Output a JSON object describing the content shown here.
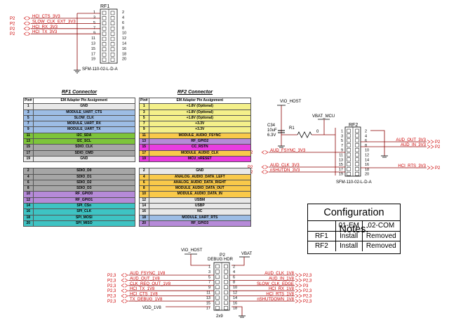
{
  "rf1": {
    "refdes": "RF1",
    "part": "SFM-110-02-L-D-A",
    "top_pins": [
      "1",
      "2"
    ],
    "pins_left": [
      "3",
      "5",
      "7",
      "9",
      "11",
      "13",
      "15",
      "17",
      "19"
    ],
    "pins_right": [
      "4",
      "6",
      "8",
      "10",
      "12",
      "14",
      "16",
      "18",
      "20"
    ],
    "nets": [
      {
        "port": "P2",
        "label": "HCI_CTS_3V3"
      },
      {
        "port": "P2",
        "label": "SLOW_CLK_EXT_3V3"
      },
      {
        "port": "P2",
        "label": "HCI_RX_3V3"
      },
      {
        "port": "P2",
        "label": "HCI_TX_3V3"
      }
    ]
  },
  "rf1_table": {
    "title": "RF1 Connector",
    "head": [
      "Pin#",
      "EM Adapter Pin Assignment"
    ],
    "rows": [
      {
        "pin": "1",
        "name": "GND",
        "color": "#e8e8e8"
      },
      {
        "pin": "3",
        "name": "MODULE_UART_CTS",
        "color": "#9dbde5"
      },
      {
        "pin": "5",
        "name": "SLOW_CLK",
        "color": "#9dbde5"
      },
      {
        "pin": "7",
        "name": "MODULE_UART_RX",
        "color": "#9dbde5"
      },
      {
        "pin": "9",
        "name": "MODULE_UART_TX",
        "color": "#9dbde5"
      },
      {
        "pin": "11",
        "name": "I2C_SDA",
        "color": "#7dc43a"
      },
      {
        "pin": "13",
        "name": "I2C_SCL",
        "color": "#7dc43a"
      },
      {
        "pin": "15",
        "name": "SDIO_CLK",
        "color": "#a6a6a6"
      },
      {
        "pin": "17",
        "name": "SDIO_CMD",
        "color": "#a6a6a6"
      },
      {
        "pin": "19",
        "name": "GND",
        "color": "#e8e8e8"
      }
    ],
    "rows2": [
      {
        "pin": "2",
        "name": "SDIO_D0",
        "color": "#a6a6a6"
      },
      {
        "pin": "4",
        "name": "SDIO_D1",
        "color": "#a6a6a6"
      },
      {
        "pin": "6",
        "name": "SDIO_D2",
        "color": "#a6a6a6"
      },
      {
        "pin": "8",
        "name": "SDIO_D3",
        "color": "#a6a6a6"
      },
      {
        "pin": "10",
        "name": "RF_GPIO0",
        "color": "#b58ad8"
      },
      {
        "pin": "12",
        "name": "RF_GPIO1",
        "color": "#b58ad8"
      },
      {
        "pin": "14",
        "name": "SPI_CSn",
        "color": "#3ec3c3"
      },
      {
        "pin": "16",
        "name": "SPI_CLK",
        "color": "#3ec3c3"
      },
      {
        "pin": "18",
        "name": "SPI_MOSI",
        "color": "#3ec3c3"
      },
      {
        "pin": "20",
        "name": "SPI_MISO",
        "color": "#3ec3c3"
      }
    ]
  },
  "rf2_table": {
    "title": "RF2 Connector",
    "head": [
      "Pin#",
      "EM Adapter Pin Assignment"
    ],
    "rows": [
      {
        "pin": "1",
        "name": "+1.8V (Optional)",
        "color": "#f4f08a"
      },
      {
        "pin": "3",
        "name": "+1.8V (Optional)",
        "color": "#f4f08a"
      },
      {
        "pin": "5",
        "name": "+1.8V (Optional)",
        "color": "#f4f08a"
      },
      {
        "pin": "7",
        "name": "+3.3V",
        "color": "#f4f08a"
      },
      {
        "pin": "9",
        "name": "+3.3V",
        "color": "#f4f08a"
      },
      {
        "pin": "11",
        "name": "MODULE_AUDIO_FSYNC",
        "color": "#f9c94a"
      },
      {
        "pin": "13",
        "name": "RF_GPIO2",
        "color": "#b58ad8"
      },
      {
        "pin": "15",
        "name": "CC_RSTN",
        "color": "#e83ce0"
      },
      {
        "pin": "17",
        "name": "MODULE_AUDIO_CLK",
        "color": "#f9c94a"
      },
      {
        "pin": "19",
        "name": "MCU_nRESET",
        "color": "#e83ce0"
      }
    ],
    "rows2": [
      {
        "pin": "2",
        "name": "GND",
        "color": "#e8e8e8"
      },
      {
        "pin": "4",
        "name": "ANALOG_AUDIO_DATA_LEFT",
        "color": "#f9c94a"
      },
      {
        "pin": "6",
        "name": "ANALOG_AUDIO_DATA_RIGHT",
        "color": "#f9c94a"
      },
      {
        "pin": "8",
        "name": "MODULE_AUDIO_DATA_OUT",
        "color": "#f9c94a"
      },
      {
        "pin": "10",
        "name": "MODULE_AUDIO_DATA_IN",
        "color": "#f9c94a"
      },
      {
        "pin": "12",
        "name": "USBM",
        "color": "#e8e8e8"
      },
      {
        "pin": "14",
        "name": "USBP",
        "color": "#e8e8e8"
      },
      {
        "pin": "16",
        "name": "NC",
        "color": "#e8e8e8"
      },
      {
        "pin": "18",
        "name": "MODULE_UART_RTS",
        "color": "#9dbde5"
      },
      {
        "pin": "20",
        "name": "RF_GPIO3",
        "color": "#b58ad8"
      }
    ]
  },
  "rf2": {
    "refdes": "RF2",
    "part": "SFM-110-02-L-D-A",
    "vio_host": "VIO_HOST",
    "vbat_mcu": "VBAT_MCU",
    "cap": {
      "ref": "C34",
      "value": "10uF",
      "voltage": "6.3V"
    },
    "res": {
      "ref": "R1",
      "value": "0"
    },
    "pins_left": [
      "1",
      "3",
      "5",
      "7",
      "9",
      "11",
      "13",
      "15",
      "17",
      "19"
    ],
    "pins_right": [
      "2",
      "4",
      "6",
      "8",
      "10",
      "12",
      "14",
      "16",
      "18",
      "20"
    ],
    "nets_right": [
      {
        "port": "P2",
        "label": "AUD_OUT_3V3"
      },
      {
        "port": "P2",
        "label": "AUD_IN_3V3"
      },
      {
        "port": "P2",
        "label": "HCI_RTS_3V3"
      }
    ],
    "nets_left": [
      {
        "port": "P2",
        "label": "AUD_FSYNC_3V3"
      },
      {
        "port": "P2",
        "label": "AUD_CLK_3V3"
      },
      {
        "port": "P2",
        "label": "nSHUTDN_3V3"
      }
    ]
  },
  "config": {
    "title": "Configuration Notes:",
    "cols": [
      "",
      "01-EM",
      "02-COM"
    ],
    "rows": [
      [
        "RF1",
        "Install",
        "Removed"
      ],
      [
        "RF2",
        "Install",
        "Removed"
      ]
    ]
  },
  "p2": {
    "refdes": "P2",
    "name": "DEBUG HDR",
    "size": "2x9",
    "vio_host": "VIO_HOST",
    "vbat": "VBAT",
    "vdd": "VDD_1V8",
    "pins_left": [
      "1",
      "3",
      "5",
      "7",
      "9",
      "11",
      "13",
      "15",
      "17"
    ],
    "pins_right": [
      "2",
      "4",
      "6",
      "8",
      "10",
      "12",
      "14",
      "16",
      "18"
    ],
    "nets_left": [
      {
        "port": "P2,3",
        "label": "AUD_FSYNC_1V8"
      },
      {
        "port": "P2,3",
        "label": "AUD_OUT_1V8"
      },
      {
        "port": "P2,3",
        "label": "CLK_REQ_OUT_1V8"
      },
      {
        "port": "P2,3",
        "label": "HCI_TX_1V8"
      },
      {
        "port": "P2,3",
        "label": "HCI_CTS_1V8"
      },
      {
        "port": "P2,3",
        "label": "TX_DEBUG_1V8"
      }
    ],
    "nets_right": [
      {
        "port": "P2,3",
        "label": "AUD_CLK_1V8"
      },
      {
        "port": "P2,3",
        "label": "AUD_IN_1V8"
      },
      {
        "port": "P3",
        "label": "SLOW_CLK_EDGE"
      },
      {
        "port": "P2,3",
        "label": "HCI_RX_1V8"
      },
      {
        "port": "P2,3",
        "label": "HCI_RTS_1V8"
      },
      {
        "port": "P2,3",
        "label": "nSHUTDOWN_1V8"
      }
    ]
  },
  "colors": {
    "wire": "#8b0000",
    "net_text": "#cc0000",
    "ink": "#000080"
  }
}
